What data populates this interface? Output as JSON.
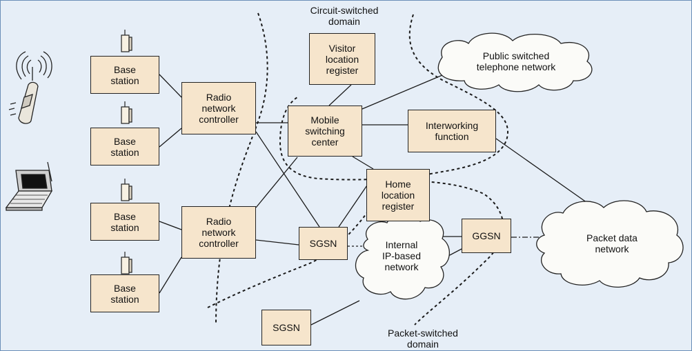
{
  "colors": {
    "background": "#e6eef7",
    "node_fill": "#f6e5cc",
    "cloud_fill": "#fbfbf8",
    "line": "#1a1a1a"
  },
  "nodes": {
    "bs1": "Base\nstation",
    "bs2": "Base\nstation",
    "bs3": "Base\nstation",
    "bs4": "Base\nstation",
    "rnc1": "Radio\nnetwork\ncontroller",
    "rnc2": "Radio\nnetwork\ncontroller",
    "msc": "Mobile\nswitching\ncenter",
    "vlr": "Visitor\nlocation\nregister",
    "iwf": "Interworking\nfunction",
    "hlr": "Home\nlocation\nregister",
    "sgsn1": "SGSN",
    "sgsn2": "SGSN",
    "ggsn": "GGSN"
  },
  "clouds": {
    "pstn": "Public switched\ntelephone network",
    "ip_network": "Internal\nIP-based\nnetwork",
    "packet_data": "Packet data\nnetwork"
  },
  "domains": {
    "circuit": "Circuit-switched\ndomain",
    "packet": "Packet-switched\ndomain"
  },
  "icons": [
    "antenna-icon",
    "mobile-phone-icon",
    "laptop-icon",
    "radio-waves-icon"
  ]
}
